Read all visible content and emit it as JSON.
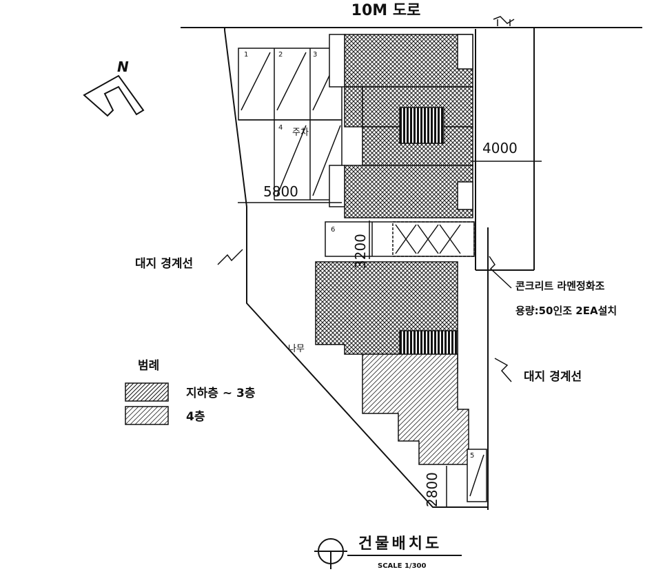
{
  "road_label": "10M 도로",
  "north_label": "N",
  "parking_numbers": [
    "1",
    "2",
    "3",
    "4",
    "5",
    "6"
  ],
  "parking_word": "주차",
  "dimensions": {
    "d1": "4000",
    "d2": "5800",
    "d3": "3200",
    "d4": "2800"
  },
  "boundary_label_left": "대지 경계선",
  "boundary_label_right": "대지 경계선",
  "tree_label": "나무",
  "septic": {
    "line1": "콘크리트 라멘정화조",
    "line2": "용량:50인조 2EA설치"
  },
  "legend": {
    "title": "범례",
    "items": [
      {
        "label": "지하층 ~ 3층",
        "pattern": "diag-fine"
      },
      {
        "label": "4층",
        "pattern": "diag"
      }
    ]
  },
  "title": {
    "main": "건물배치도",
    "scale": "SCALE 1/300"
  },
  "colors": {
    "ink": "#111111",
    "paper": "#ffffff",
    "hatch_dark": "#222222"
  }
}
